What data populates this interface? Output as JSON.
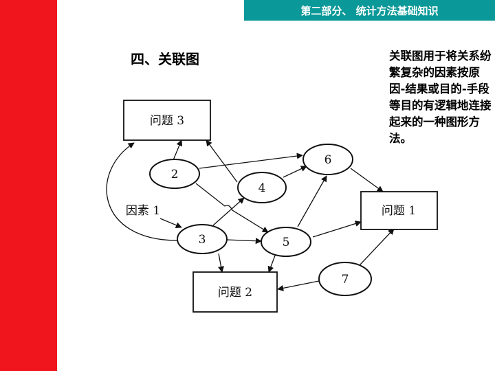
{
  "colors": {
    "left_bar": "#f0151c",
    "header_bar": "#0a9898",
    "ink": "#111111"
  },
  "header": {
    "text": "第二部分、 统计方法基础知识"
  },
  "title": "四、关联图",
  "description": "关联图用于将关系纷繁复杂的因素按原因-结果或目的-手段等目的有逻辑地连接起来的一种图形方法。",
  "diagram": {
    "nodes": {
      "problem3": {
        "label": "问题 3",
        "shape": "rect"
      },
      "problem1": {
        "label": "问题 1",
        "shape": "rect"
      },
      "problem2": {
        "label": "问题 2",
        "shape": "rect"
      },
      "factor1": {
        "label": "因素 1",
        "shape": "text"
      },
      "n2": {
        "label": "2",
        "shape": "ellipse"
      },
      "n3": {
        "label": "3",
        "shape": "ellipse"
      },
      "n4": {
        "label": "4",
        "shape": "ellipse"
      },
      "n5": {
        "label": "5",
        "shape": "ellipse"
      },
      "n6": {
        "label": "6",
        "shape": "ellipse"
      },
      "n7": {
        "label": "7",
        "shape": "ellipse"
      }
    },
    "edges": [
      [
        "n2",
        "problem3"
      ],
      [
        "n2",
        "n6"
      ],
      [
        "n2",
        "n5"
      ],
      [
        "n3",
        "problem3"
      ],
      [
        "n3",
        "n4"
      ],
      [
        "n3",
        "n5"
      ],
      [
        "n3",
        "problem2"
      ],
      [
        "factor1",
        "n3"
      ],
      [
        "n4",
        "problem3"
      ],
      [
        "n4",
        "n6"
      ],
      [
        "n5",
        "n6"
      ],
      [
        "n5",
        "problem1"
      ],
      [
        "n5",
        "problem2"
      ],
      [
        "n6",
        "problem1"
      ],
      [
        "n7",
        "problem1"
      ],
      [
        "n7",
        "problem2"
      ]
    ]
  }
}
